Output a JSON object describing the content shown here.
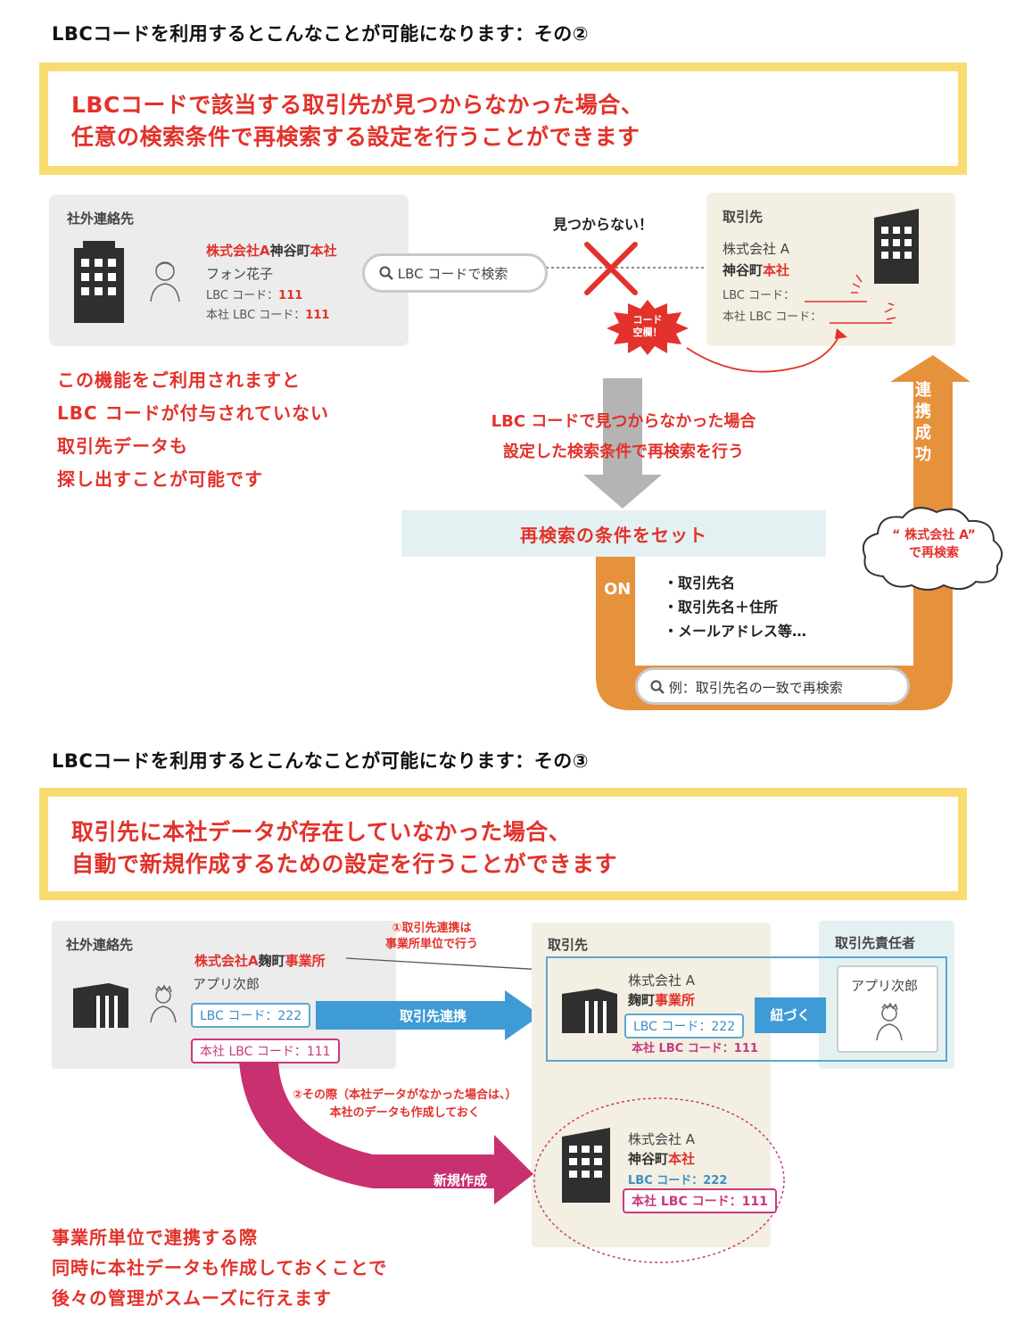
{
  "section2": {
    "heading": "LBCコードを利用するとこんなことが可能になります：その②",
    "callout_line1": "LBCコードで該当する取引先が見つからなかった場合、",
    "callout_line2": "任意の検索条件で再検索する設定を行うことができます",
    "left_panel_title": "社外連絡先",
    "company_prefix": "株式会社A",
    "company_location": "神谷町",
    "company_hq": "本社",
    "person_name": "フォン花子",
    "lbc_code_label": "LBC コード：",
    "lbc_code_value": "111",
    "hq_lbc_code_label": "本社 LBC コード：",
    "hq_lbc_code_value": "111",
    "search_pill": "LBC コードで検索",
    "not_found": "見つからない！",
    "code_empty_line1": "コード",
    "code_empty_line2": "空欄！",
    "right_panel_title": "取引先",
    "right_company": "株式会社 A",
    "right_location": "神谷町",
    "right_hq": "本社",
    "right_lbc_label": "LBC コード：",
    "right_hq_lbc_label": "本社 LBC コード：",
    "benefit_lines": [
      "この機能をご利用されますと",
      "LBC コードが付与されていない",
      "取引先データも",
      "探し出すことが可能です"
    ],
    "center_lines": [
      "LBC コードで見つからなかった場合",
      "設定した検索条件で再検索を行う"
    ],
    "reset_box": "再検索の条件をセット",
    "on_label": "ON",
    "conditions": [
      "・取引先名",
      "・取引先名＋住所",
      "・メールアドレス等…"
    ],
    "example_pill": "例：取引先名の一致で再検索",
    "success_label": "連携成功",
    "cloud_line1": "“ 株式会社 A”",
    "cloud_line2": "で再検索"
  },
  "section3": {
    "heading": "LBCコードを利用するとこんなことが可能になります：その③",
    "callout_line1": "取引先に本社データが存在していなかった場合、",
    "callout_line2": "自動で新規作成するための設定を行うことができます",
    "left_panel_title": "社外連絡先",
    "company_prefix": "株式会社A",
    "company_location": "麹町",
    "company_office": "事業所",
    "person_name": "アプリ次郎",
    "lbc_code": "LBC コード：222",
    "hq_lbc_code": "本社 LBC コード：111",
    "note1_line1": "①取引先連携は",
    "note1_line2": "事業所単位で行う",
    "link_arrow": "取引先連携",
    "mid_panel_title": "取引先",
    "mid_company": "株式会社 A",
    "mid_location": "麹町",
    "mid_office": "事業所",
    "mid_lbc_code": "LBC コード：222",
    "mid_hq_lbc_code": "本社 LBC コード：111",
    "tie_label": "紐づく",
    "owner_panel_title": "取引先責任者",
    "owner_name": "アプリ次郎",
    "note2_line1": "②その際（本社データがなかった場合は、）",
    "note2_line2": "本社のデータも作成しておく",
    "create_label": "新規作成",
    "new_company": "株式会社 A",
    "new_location": "神谷町",
    "new_hq": "本社",
    "new_lbc_code": "LBC コード：222",
    "new_hq_lbc_code": "本社 LBC コード：111",
    "benefit_lines": [
      "事業所単位で連携する際",
      "同時に本社データも作成しておくことで",
      "後々の管理がスムーズに行えます"
    ]
  },
  "colors": {
    "accent_red": "#e2322b",
    "callout_border": "#f8dc72",
    "orange": "#e6913c",
    "blue_arrow": "#3f9bd6",
    "magenta": "#c8306f"
  }
}
